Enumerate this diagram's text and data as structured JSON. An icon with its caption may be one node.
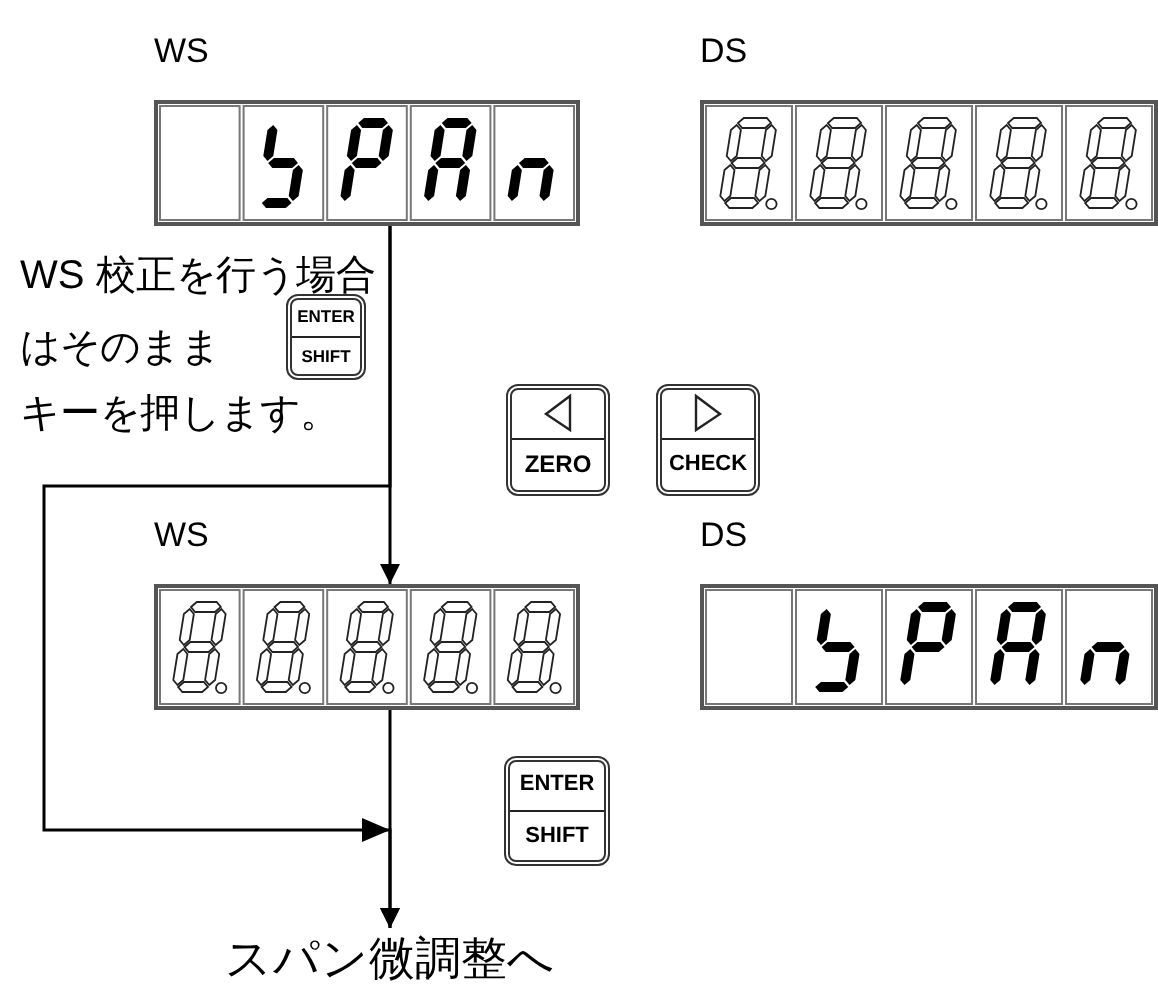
{
  "diagram": {
    "nodes": [
      {
        "text": [
          "WS"
        ]
      },
      {
        "text": [
          "DS"
        ]
      },
      {
        "text": [
          "WS"
        ]
      },
      {
        "text": [
          "DS"
        ]
      },
      {
        "text": [
          "スパン微調整へ"
        ]
      }
    ],
    "edges": [
      {
        "from": 0,
        "to": 2,
        "arrow": "to"
      },
      {
        "from": 0,
        "to": 4,
        "arrow": "to"
      },
      {
        "from": 2,
        "to": 4,
        "arrow": "to"
      }
    ],
    "labels": [
      "WS 校正を行う場合はそのまま",
      "ENTER",
      "SHIFT",
      "キーを押します。",
      "ZERO",
      "CHECK",
      "ENTER",
      "SHIFT"
    ]
  }
}
